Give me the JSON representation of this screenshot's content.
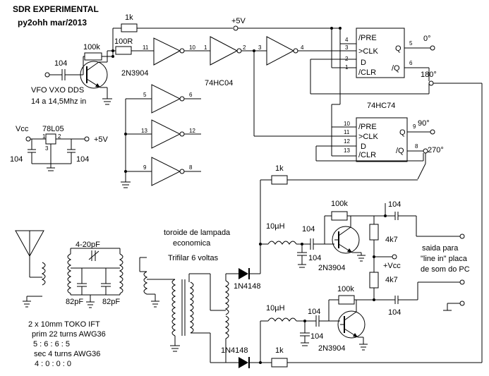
{
  "title": {
    "line1": "SDR EXPERIMENTAL",
    "line2": "py2ohh mar/2013"
  },
  "vfo": {
    "cap": "104",
    "bias_resistor": "100k",
    "feedback_resistor": "1k",
    "series_resistor": "100R",
    "transistor": "2N3904",
    "input_label": "VFO VXO DDS",
    "freq_label": "14 a 14,5Mhz in",
    "supply": "+5V"
  },
  "regulator": {
    "vcc": "Vcc",
    "part": "78L05",
    "out": "+5V",
    "cap_left": "104",
    "cap_right": "104",
    "pin1": "1",
    "pin2": "2",
    "pin3": "3"
  },
  "inverters": {
    "part": "74HC04",
    "pins": [
      "11",
      "10",
      "1",
      "2",
      "3",
      "4",
      "5",
      "6",
      "13",
      "12",
      "9",
      "8"
    ]
  },
  "flipflop_top": {
    "pins_left": [
      "4",
      "3",
      "2",
      "1"
    ],
    "labels": [
      "/PRE",
      ">CLK",
      "D",
      "/CLR"
    ],
    "q": "Q",
    "nq": "/Q",
    "pin_q": "5",
    "pin_nq": "6",
    "phase_q": "0°",
    "phase_nq": "180°"
  },
  "flipflop_bottom": {
    "part": "74HC74",
    "pins_left": [
      "10",
      "11",
      "12",
      "13"
    ],
    "labels": [
      "/PRE",
      ">CLK",
      "D",
      "/CLR"
    ],
    "q": "Q",
    "nq": "/Q",
    "pin_q": "9",
    "pin_nq": "8",
    "phase_q": "90°",
    "phase_nq": "270°"
  },
  "frontend": {
    "trimmer": "4-20pF",
    "cap_left": "82pF",
    "cap_right": "82pF",
    "ift_line1": "2 x 10mm TOKO IFT",
    "ift_line2": "prim 22 turns AWG36",
    "ift_line3": "5 : 6 : 6 : 5",
    "ift_line4": "sec 4 turns AWG36",
    "ift_line5": "4 : 0 : 0 : 0",
    "toroid_line1": "toroide de lampada",
    "toroid_line2": "economica",
    "toroid_line3": "Trifilar 6 voltas",
    "diode_top": "1N4148",
    "diode_bottom": "1N4148"
  },
  "amplifiers": {
    "bias_resistor_top": "1k",
    "bias_resistor_bottom": "1k",
    "inductor_top": "10µH",
    "inductor_bottom": "10µH",
    "coupling_cap_top": "104",
    "coupling_cap_bottom": "104",
    "shunt_cap_top": "104",
    "shunt_cap_bottom": "104",
    "feedback_top": "100k",
    "feedback_bottom": "100k",
    "collector_top": "4k7",
    "collector_bottom": "4k7",
    "vcc": "+Vcc",
    "transistor_top": "2N3904",
    "transistor_bottom": "2N3904",
    "out_cap_top": "104",
    "out_cap_bottom": "104",
    "output_line1": "saida para",
    "output_line2": "\"line in\" placa",
    "output_line3": "de som do PC"
  }
}
